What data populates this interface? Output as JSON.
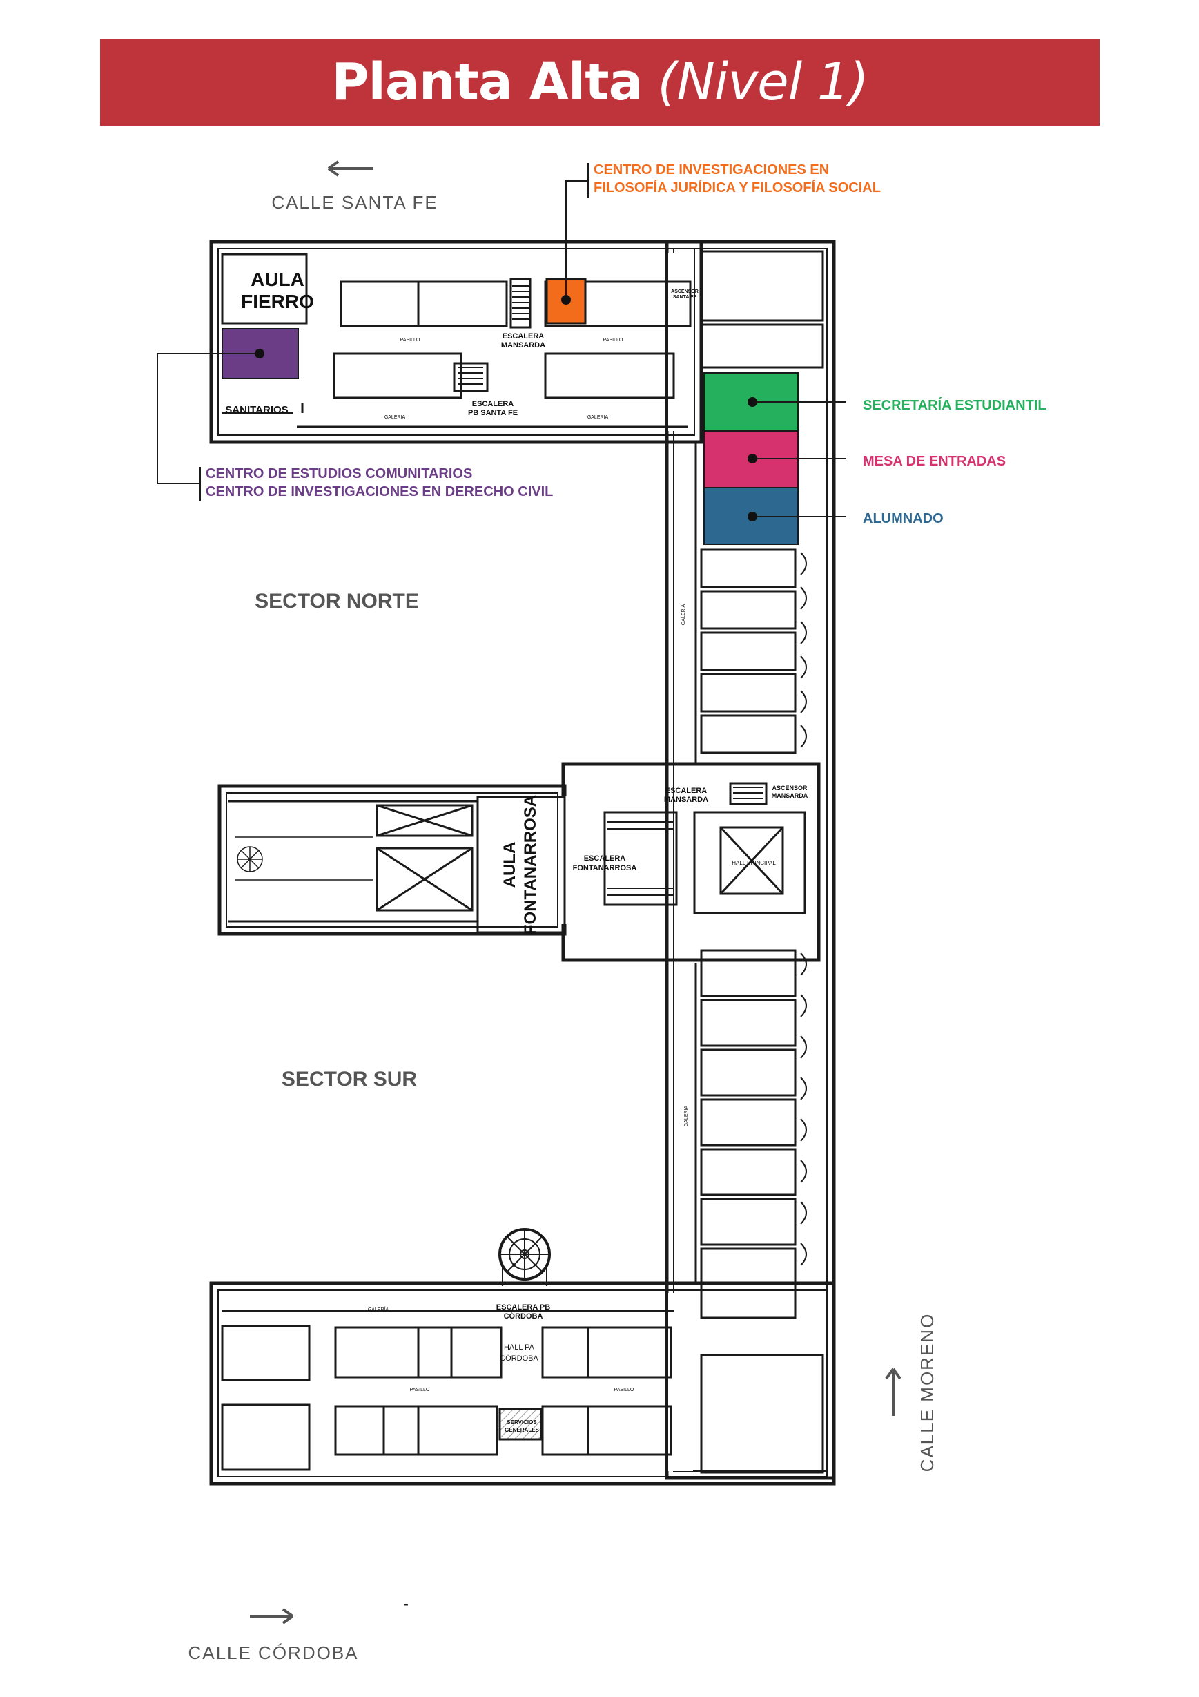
{
  "header": {
    "title": "Planta Alta",
    "subtitle": "(Nivel 1)"
  },
  "streets": {
    "santa_fe": "CALLE SANTA FE",
    "moreno": "CALLE MORENO",
    "cordoba": "CALLE CÓRDOBA"
  },
  "sectors": {
    "norte": "SECTOR NORTE",
    "sur": "SECTOR SUR"
  },
  "rooms": {
    "aula_fierro_1": "AULA",
    "aula_fierro_2": "FIERRO",
    "aula_fontanarrosa_1": "AULA",
    "aula_fontanarrosa_2": "FONTANARROSA",
    "sanitarios": "SANITARIOS",
    "escalera_mansarda_n_1": "ESCALERA",
    "escalera_mansarda_n_2": "MANSARDA",
    "ascensor_santa_fe_1": "ASCENSOR",
    "ascensor_santa_fe_2": "SANTA FE",
    "escalera_pb_santa_fe_1": "ESCALERA",
    "escalera_pb_santa_fe_2": "PB SANTA FE",
    "pasillo": "PASILLO",
    "galeria": "GALERIA",
    "galeria_acc": "GALERÍA",
    "escalera_mansarda_c_1": "ESCALERA",
    "escalera_mansarda_c_2": "MANSARDA",
    "ascensor_mansarda_1": "ASCENSOR",
    "ascensor_mansarda_2": "MANSARDA",
    "escalera_fontanarrosa_1": "ESCALERA",
    "escalera_fontanarrosa_2": "FONTANARROSA",
    "hall_principal": "HALL PRINCIPAL",
    "escalera_pb_cordoba_1": "ESCALERA PB",
    "escalera_pb_cordoba_2": "CÓRDOBA",
    "hall_pa_cordoba_1": "HALL PA",
    "hall_pa_cordoba_2": "CÓRDOBA",
    "servicios_1": "SERVICIOS",
    "servicios_2": "GENERALES"
  },
  "callouts": {
    "filosofia_1": "CENTRO DE INVESTIGACIONES EN",
    "filosofia_2": "FILOSOFÍA JURÍDICA Y FILOSOFÍA SOCIAL",
    "comunitarios_1": "CENTRO DE ESTUDIOS COMUNITARIOS",
    "comunitarios_2": "CENTRO DE INVESTIGACIONES EN DERECHO CIVIL",
    "secretaria": "SECRETARÍA ESTUDIANTIL",
    "mesa": "MESA DE ENTRADAS",
    "alumnado": "ALUMNADO"
  },
  "footnote": "-",
  "colors": {
    "banner": "#bf333b",
    "filosofia": "#f26c1b",
    "comunitarios": "#6a3d86",
    "secretaria": "#24b05c",
    "mesa": "#d5326e",
    "alumnado": "#2d6890",
    "wall": "#1a1a1a",
    "street": "#555555",
    "sector": "#555555"
  }
}
